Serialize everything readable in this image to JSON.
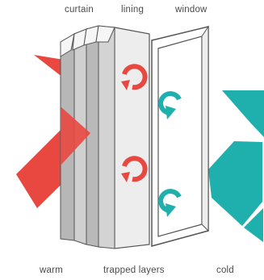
{
  "labels": {
    "top": [
      "curtain",
      "lining",
      "window"
    ],
    "bottom": [
      "warm",
      "trapped layers",
      "cold"
    ]
  },
  "colors": {
    "warm": "#e8483f",
    "cold": "#1fb0ad",
    "cold_light": "#a9dedd",
    "curtain_fill": "#c9c9c9",
    "curtain_dark": "#9e9e9e",
    "lining_fill": "#ededed",
    "outline": "#555555"
  },
  "icons": {
    "warm_swirl": "curved-arrow-right",
    "cold_swirl": "curved-arrow-left"
  }
}
